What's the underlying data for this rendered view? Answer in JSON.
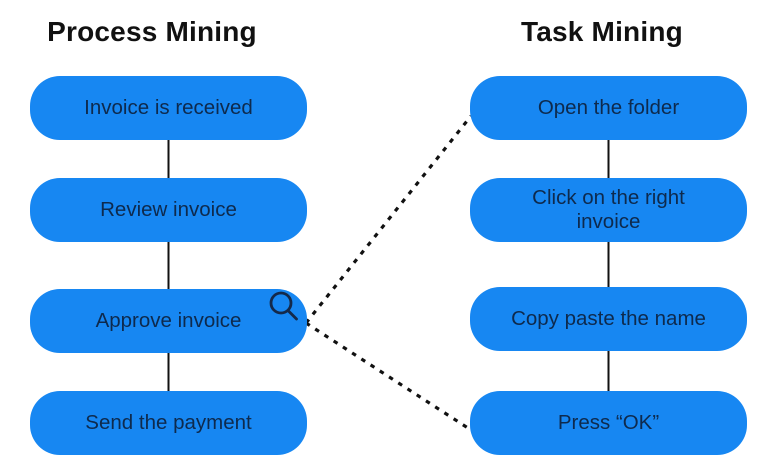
{
  "diagram": {
    "colors": {
      "node_fill": "#1787f2",
      "node_text": "#0e2a4d",
      "title_text": "#111111",
      "line": "#111111"
    },
    "left": {
      "title": "Process Mining",
      "steps": [
        "Invoice is received",
        "Review invoice",
        "Approve invoice",
        "Send the payment"
      ]
    },
    "right": {
      "title": "Task Mining",
      "steps": [
        "Open the folder",
        "Click on the right invoice",
        "Copy paste the name",
        "Press “OK”"
      ]
    },
    "icons": {
      "magnifier": "magnifier-icon"
    },
    "links": [
      {
        "from": "Approve invoice",
        "to": "Open the folder",
        "style": "dotted"
      },
      {
        "from": "Approve invoice",
        "to": "Press “OK”",
        "style": "dotted"
      }
    ]
  }
}
